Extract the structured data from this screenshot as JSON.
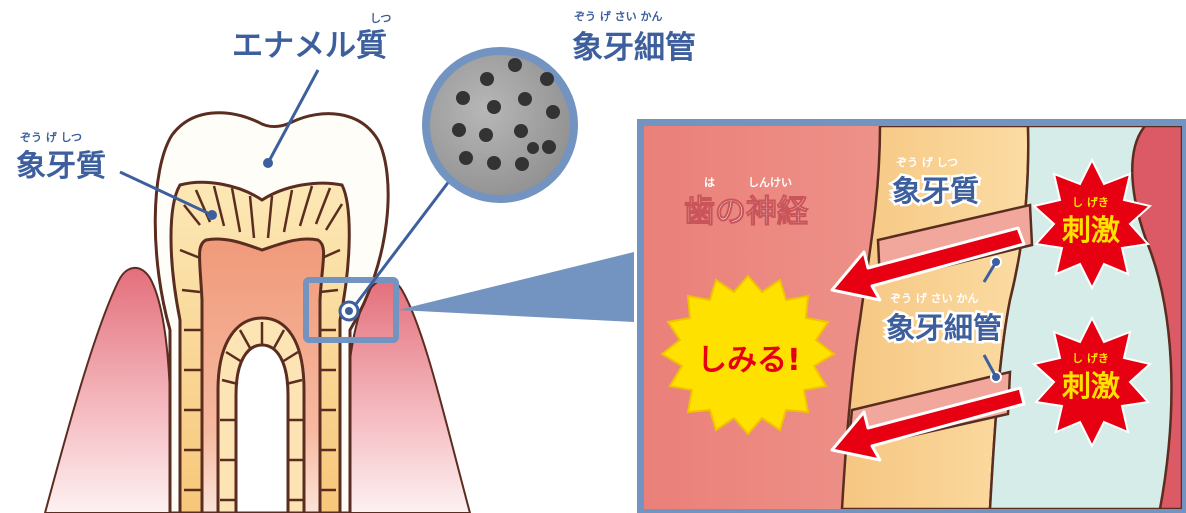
{
  "tooth": {
    "enamel": {
      "label": "エナメル質",
      "ruby": "しつ"
    },
    "dentin": {
      "label": "象牙質",
      "ruby": "ぞう げ しつ"
    },
    "tubule_top": {
      "label": "象牙細管",
      "ruby": "ぞう げ さい かん"
    }
  },
  "zoom": {
    "nerve": {
      "label": "歯の神経",
      "ruby_ha": "は",
      "ruby_shinkei": "しんけい"
    },
    "dentin": {
      "label": "象牙質",
      "ruby": "ぞう げ しつ"
    },
    "tubule": {
      "label": "象牙細管",
      "ruby": "ぞう げ さい かん"
    },
    "stimulus_1": {
      "label": "刺激",
      "ruby": "し げき"
    },
    "stimulus_2": {
      "label": "刺激",
      "ruby": "し げき"
    },
    "pain": {
      "label": "しみる!"
    }
  },
  "colors": {
    "label_blue": "#3d5f9e",
    "frame_blue": "#7393c1",
    "burst_red": "#e60012",
    "burst_yellow": "#ffe100",
    "gum_pink": "#e36f7b",
    "pulp": "#f3a483",
    "dentin_fill": "#fbd98f",
    "nerve_bg": "#ec8e86",
    "enamel_bg": "#d6ece8"
  }
}
